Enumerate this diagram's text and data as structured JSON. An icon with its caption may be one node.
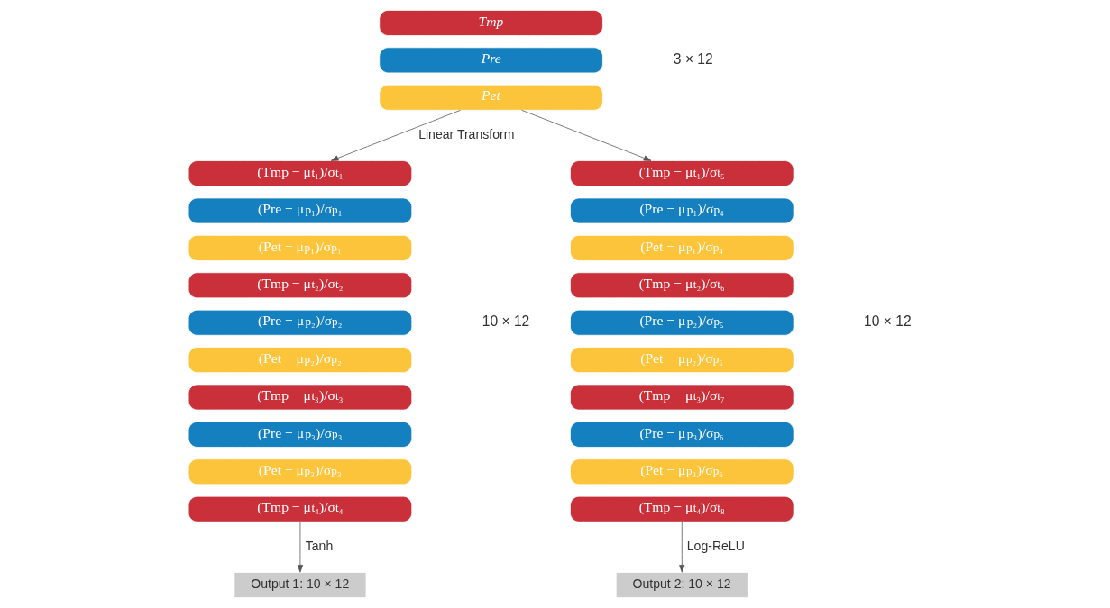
{
  "diagram": {
    "nodes": [
      {
        "text": [
          "Tmp"
        ]
      },
      {
        "text": [
          "Pre"
        ]
      },
      {
        "text": [
          "Pet"
        ]
      },
      {
        "text": [
          "(Tmp − μ$_{t₁}$)/σ$_{t₁}$"
        ]
      },
      {
        "text": [
          "(Pre − μ$_{p₁}$)/σ$_{p₁}$"
        ]
      },
      {
        "text": [
          "(Pet − μ$_{p₁}$)/σ$_{p₁}$"
        ]
      },
      {
        "text": [
          "(Tmp − μ$_{t₂}$)/σ$_{t₂}$"
        ]
      },
      {
        "text": [
          "(Pre − μ$_{p₂}$)/σ$_{p₂}$"
        ]
      },
      {
        "text": [
          "(Pet − μ$_{p₂}$)/σ$_{p₂}$"
        ]
      },
      {
        "text": [
          "(Tmp − μ$_{t₃}$)/σ$_{t₃}$"
        ]
      },
      {
        "text": [
          "(Pre − μ$_{p₃}$)/σ$_{p₃}$"
        ]
      },
      {
        "text": [
          "(Pet − μ$_{p₃}$)/σ$_{p₃}$"
        ]
      },
      {
        "text": [
          "(Tmp − μ$_{t₄}$)/σ$_{t₄}$"
        ]
      },
      {
        "text": [
          "(Tmp − μ$_{t₁}$)/σ$_{t₅}$"
        ]
      },
      {
        "text": [
          "(Pre − μ$_{p₁}$)/σ$_{p₄}$"
        ]
      },
      {
        "text": [
          "(Pet − μ$_{p₁}$)/σ$_{p₄}$"
        ]
      },
      {
        "text": [
          "(Tmp − μ$_{t₂}$)/σ$_{t₆}$"
        ]
      },
      {
        "text": [
          "(Pre − μ$_{p₂}$)/σ$_{p₅}$"
        ]
      },
      {
        "text": [
          "(Pet − μ$_{p₂}$)/σ$_{p₅}$"
        ]
      },
      {
        "text": [
          "(Tmp − μ$_{t₃}$)/σ$_{t₇}$"
        ]
      },
      {
        "text": [
          "(Pre − μ$_{p₃}$)/σ$_{p₆}$"
        ]
      },
      {
        "text": [
          "(Pet − μ$_{p₃}$)/σ$_{p₆}$"
        ]
      },
      {
        "text": [
          "(Tmp − μ$_{t₄}$)/σ$_{t₈}$"
        ]
      },
      {
        "text": [
          "Output 1: 10 × 12"
        ]
      },
      {
        "text": [
          "Output 2: 10 × 12"
        ]
      }
    ],
    "edges": [
      {
        "from": 2,
        "to": 3,
        "arrow": "to",
        "label": "Linear Transform"
      },
      {
        "from": 2,
        "to": 13,
        "arrow": "to"
      },
      {
        "from": 12,
        "to": 23,
        "arrow": "to",
        "label": "Tanh"
      },
      {
        "from": 22,
        "to": 24,
        "arrow": "to",
        "label": "Log-ReLU"
      }
    ],
    "labels": [
      "3 × 12",
      "10 × 12",
      "10 × 12"
    ]
  }
}
